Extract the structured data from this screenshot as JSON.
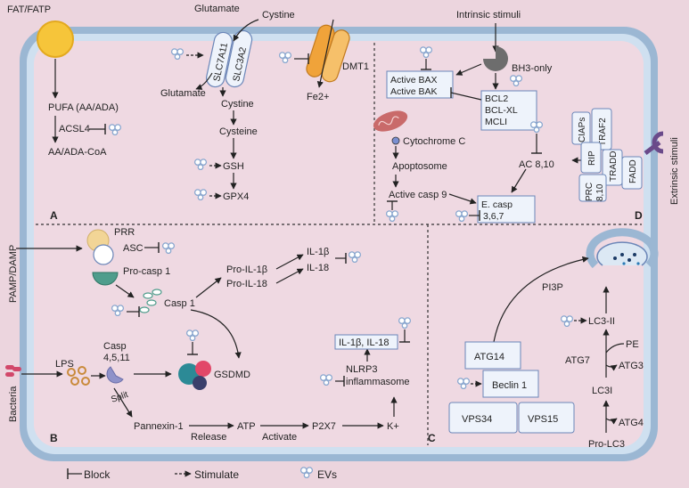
{
  "colors": {
    "background": "#ecd5de",
    "membrane_outer": "#9bb7d3",
    "membrane_inner": "#cfe0f0",
    "cytoplasm": "#efd9e2",
    "box_fill": "#eef3fb",
    "box_stroke": "#6b86b8",
    "ev": "#8aa7cf",
    "fat_fatp": "#f6c53a",
    "dmt1": "#f0a33a",
    "bh3": "#6d6d6d",
    "mito": "#c96a6a",
    "bacteria": "#d2486a",
    "gsdmd": "#e24768",
    "asc": "#4f9d8c",
    "lps": "#c98a3a"
  },
  "labels": {
    "fat_fatp": "FAT/FATP",
    "pufa": "PUFA (AA/ADA)",
    "acsl4": "ACSL4",
    "aa_coa": "AA/ADA-CoA",
    "glutamate_top": "Glutamate",
    "cystine_top": "Cystine",
    "slc7a11": "SLC7A11",
    "slc3a2": "SLC3A2",
    "glutamate_bottom": "Glutamate",
    "cystine": "Cystine",
    "cysteine": "Cysteine",
    "gsh": "GSH",
    "gpx4": "GPX4",
    "dmt1": "DMT1",
    "fe2": "Fe2+",
    "panel_a": "A",
    "intrinsic": "Intrinsic stimuli",
    "bh3": "BH3-only",
    "active_bax": "Active BAX",
    "active_bak": "Active BAK",
    "bcl2": "BCL2",
    "bclxl": "BCL-XL",
    "mcli": "MCLI",
    "cytochrome": "Cytochrome C",
    "apoptosome": "Apoptosome",
    "active_casp9": "Active casp 9",
    "ecasp_1": "E. casp",
    "ecasp_2": "3,6,7",
    "ac810": "AC 8,10",
    "ciaps": "CIAPs",
    "traf2": "TRAF2",
    "rip": "RIP",
    "tradd": "TRADD",
    "fadd": "FADD",
    "prc": "PRC",
    "prc_nums": "8,10",
    "extrinsic": "Extrinsic stimuli",
    "panel_d": "D",
    "pamp": "PAMP/DAMP",
    "prr": "PRR",
    "asc": "ASC",
    "procasp1": "Pro-casp 1",
    "casp1": "Casp 1",
    "pro_il1b": "Pro-IL-1β",
    "pro_il18": "Pro-IL-18",
    "il1b": "IL-1β",
    "il18": "IL-18",
    "il_box": "IL-1β, IL-18",
    "nlrp3": "NLRP3",
    "inflammasome": "inflammasome",
    "bacteria": "Bacteria",
    "lps": "LPS",
    "casp4511_1": "Casp",
    "casp4511_2": "4,5,11",
    "split": "Split",
    "gsdmd": "GSDMD",
    "pannexin": "Pannexin-1",
    "release": "Release",
    "atp": "ATP",
    "activate": "Activate",
    "p2x7": "P2X7",
    "kplus": "K+",
    "panel_b": "B",
    "pi3p": "PI3P",
    "atg14": "ATG14",
    "beclin1": "Beclin 1",
    "vps34": "VPS34",
    "vps15": "VPS15",
    "lc3ii": "LC3-II",
    "pe": "PE",
    "atg7": "ATG7",
    "atg3": "ATG3",
    "lc3i": "LC3I",
    "atg4": "ATG4",
    "prolc3": "Pro-LC3",
    "panel_c": "C"
  },
  "legend": {
    "block": "Block",
    "stimulate": "Stimulate",
    "evs": "EVs"
  }
}
